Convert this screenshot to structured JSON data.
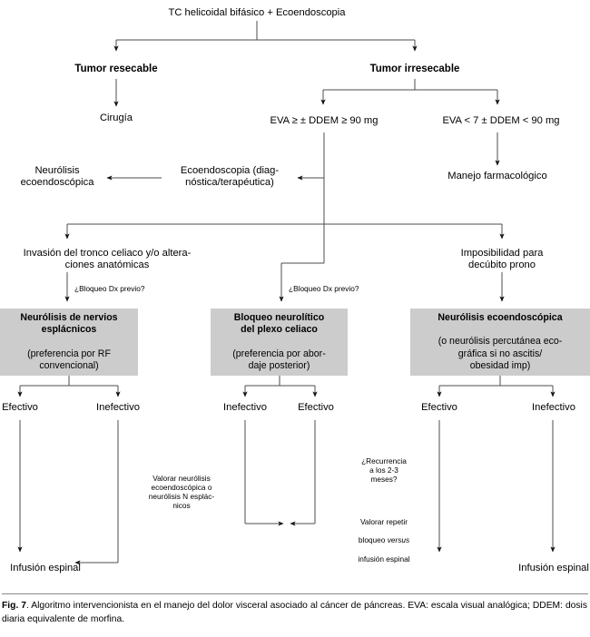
{
  "figure": {
    "label": "Fig. 7",
    "caption_text": ". Algoritmo intervencionista en el manejo del dolor visceral asociado al cáncer de páncreas. EVA: escala visual analógica; DDEM: dosis diaria equivalente de morfina."
  },
  "colors": {
    "box_fill": "#cccccc",
    "line": "#4d4d4d",
    "text": "#000000",
    "background": "#ffffff"
  },
  "nodes": {
    "root": "TC helicoidal bifásico + Ecoendoscopia",
    "resectable": "Tumor resecable",
    "irresectable": "Tumor irresecable",
    "surgery": "Cirugía",
    "eva_high": "EVA ≥ ± DDEM ≥ 90 mg",
    "eva_low": "EVA < 7 ± DDEM < 90 mg",
    "echoendoscopy": "Ecoendoscopia (diag-\nnóstica/terapéutica)",
    "neurolysis_echo": "Neurólisis\necoendoscópica",
    "pharma": "Manejo farmacológico",
    "celiac_invasion": "Invasión del tronco celiaco y/o altera-\nciones anatómicas",
    "prone_impossible": "Imposibilidad para\ndecúbito prono",
    "prior_block_left": "¿Bloqueo Dx previo?",
    "prior_block_mid": "¿Bloqueo Dx previo?",
    "box_splanchnic": {
      "title": "Neurólisis de nervios\nesplácnicos",
      "detail": "(preferencia por RF\nconvencional)"
    },
    "box_celiac_plexus": {
      "title": "Bloqueo neurolítico\ndel plexo celiaco",
      "detail": "(preferencia por abor-\ndaje posterior)"
    },
    "box_echo_neurolysis": {
      "title": "Neurólisis ecoendoscópica",
      "detail": "(o neurólisis percutánea eco-\ngráfica si no ascitis/\nobesidad imp)"
    },
    "outcomes": {
      "left_effective": "Efectivo",
      "left_ineffective": "Inefectivo",
      "mid_ineffective": "Inefectivo",
      "mid_effective": "Efectivo",
      "right_effective": "Efectivo",
      "right_ineffective": "Inefectivo"
    },
    "consider_left": "Valorar neurólisis\necoendoscópica o\nneurólisis N esplác-\nnicos",
    "recurrence": "¿Recurrencia\na los 2-3\nmeses?",
    "repeat_block_1": "Valorar repetir",
    "repeat_block_2a": "bloqueo ",
    "repeat_block_2b": "versus",
    "repeat_block_3": "infusión espinal",
    "spinal_left": "Infusión espinal",
    "spinal_right": "Infusión espinal"
  }
}
